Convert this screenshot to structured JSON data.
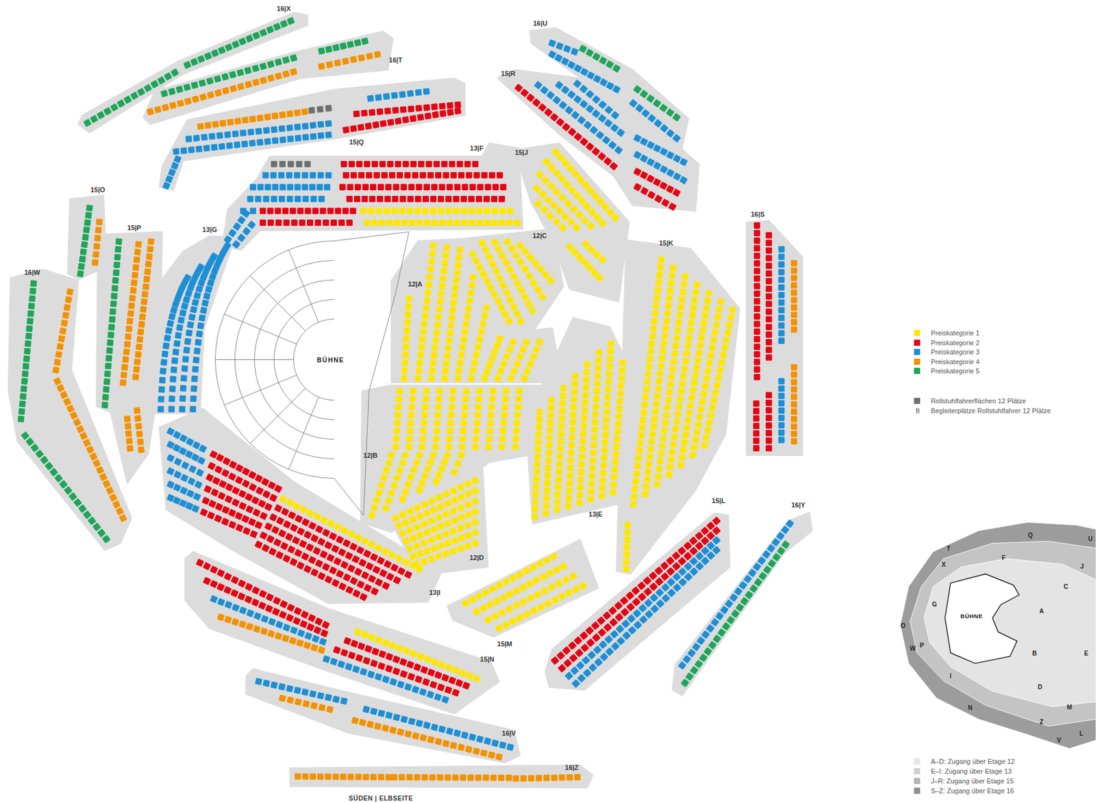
{
  "diagram": {
    "nodes": [
      {
        "text": [
          "16|X"
        ]
      },
      {
        "text": [
          "16|U"
        ]
      },
      {
        "text": [
          "16|T"
        ]
      },
      {
        "text": [
          "15|R"
        ]
      },
      {
        "text": [
          "15|Q"
        ]
      },
      {
        "text": [
          "13|F"
        ]
      },
      {
        "text": [
          "15|J"
        ]
      },
      {
        "text": [
          "15|O"
        ]
      },
      {
        "text": [
          "15|P"
        ]
      },
      {
        "text": [
          "13|G"
        ]
      },
      {
        "text": [
          "12|C"
        ]
      },
      {
        "text": [
          "16|W"
        ]
      },
      {
        "text": [
          "12|A"
        ]
      },
      {
        "text": [
          "16|S"
        ]
      },
      {
        "text": [
          "15|K"
        ]
      },
      {
        "text": [
          "BÜHNE"
        ]
      },
      {
        "text": [
          "12|B"
        ]
      },
      {
        "text": [
          "13|E"
        ]
      },
      {
        "text": [
          "15|L"
        ]
      },
      {
        "text": [
          "16|Y"
        ]
      },
      {
        "text": [
          "13|I"
        ]
      },
      {
        "text": [
          "12|D"
        ]
      },
      {
        "text": [
          "15|M"
        ]
      },
      {
        "text": [
          "15|N"
        ]
      },
      {
        "text": [
          "16|V"
        ]
      },
      {
        "text": [
          "16|Z"
        ]
      },
      {
        "text": [
          "BÜHNE"
        ]
      }
    ],
    "labels": [
      "T",
      "Q",
      "U",
      "X",
      "F",
      "J",
      "C",
      "G",
      "A",
      "O",
      "W",
      "P",
      "B",
      "E",
      "I",
      "D",
      "N",
      "M",
      "Z",
      "L",
      "V",
      "B",
      "SÜDEN | ELBSEITE"
    ],
    "legend": [
      {
        "text": "Preiskategorie 1",
        "color": "#ffe600"
      },
      {
        "text": "Preiskategorie 2",
        "color": "#e30613"
      },
      {
        "text": "Preiskategorie 3",
        "color": "#1e8fd5"
      },
      {
        "text": "Preiskategorie 4",
        "color": "#f39200"
      },
      {
        "text": "Preiskategorie 5",
        "color": "#1fa55a"
      },
      {
        "text": "Rollstuhlfahrerflächen 12 Plätze",
        "color": "#6f6f6f"
      },
      {
        "text": "Begleiterplätze Rollstuhlfahrer 12 Plätze"
      },
      {
        "text": "A–D: Zugang über Etage 12",
        "color": "#e6e6e6"
      },
      {
        "text": "E–I: Zugang über Etage 13",
        "color": "#cfcfcf"
      },
      {
        "text": "J–R: Zugang über Etage 15",
        "color": "#b3b3b3"
      },
      {
        "text": "S–Z: Zugang über Etage 16",
        "color": "#8f8f8f"
      }
    ]
  }
}
